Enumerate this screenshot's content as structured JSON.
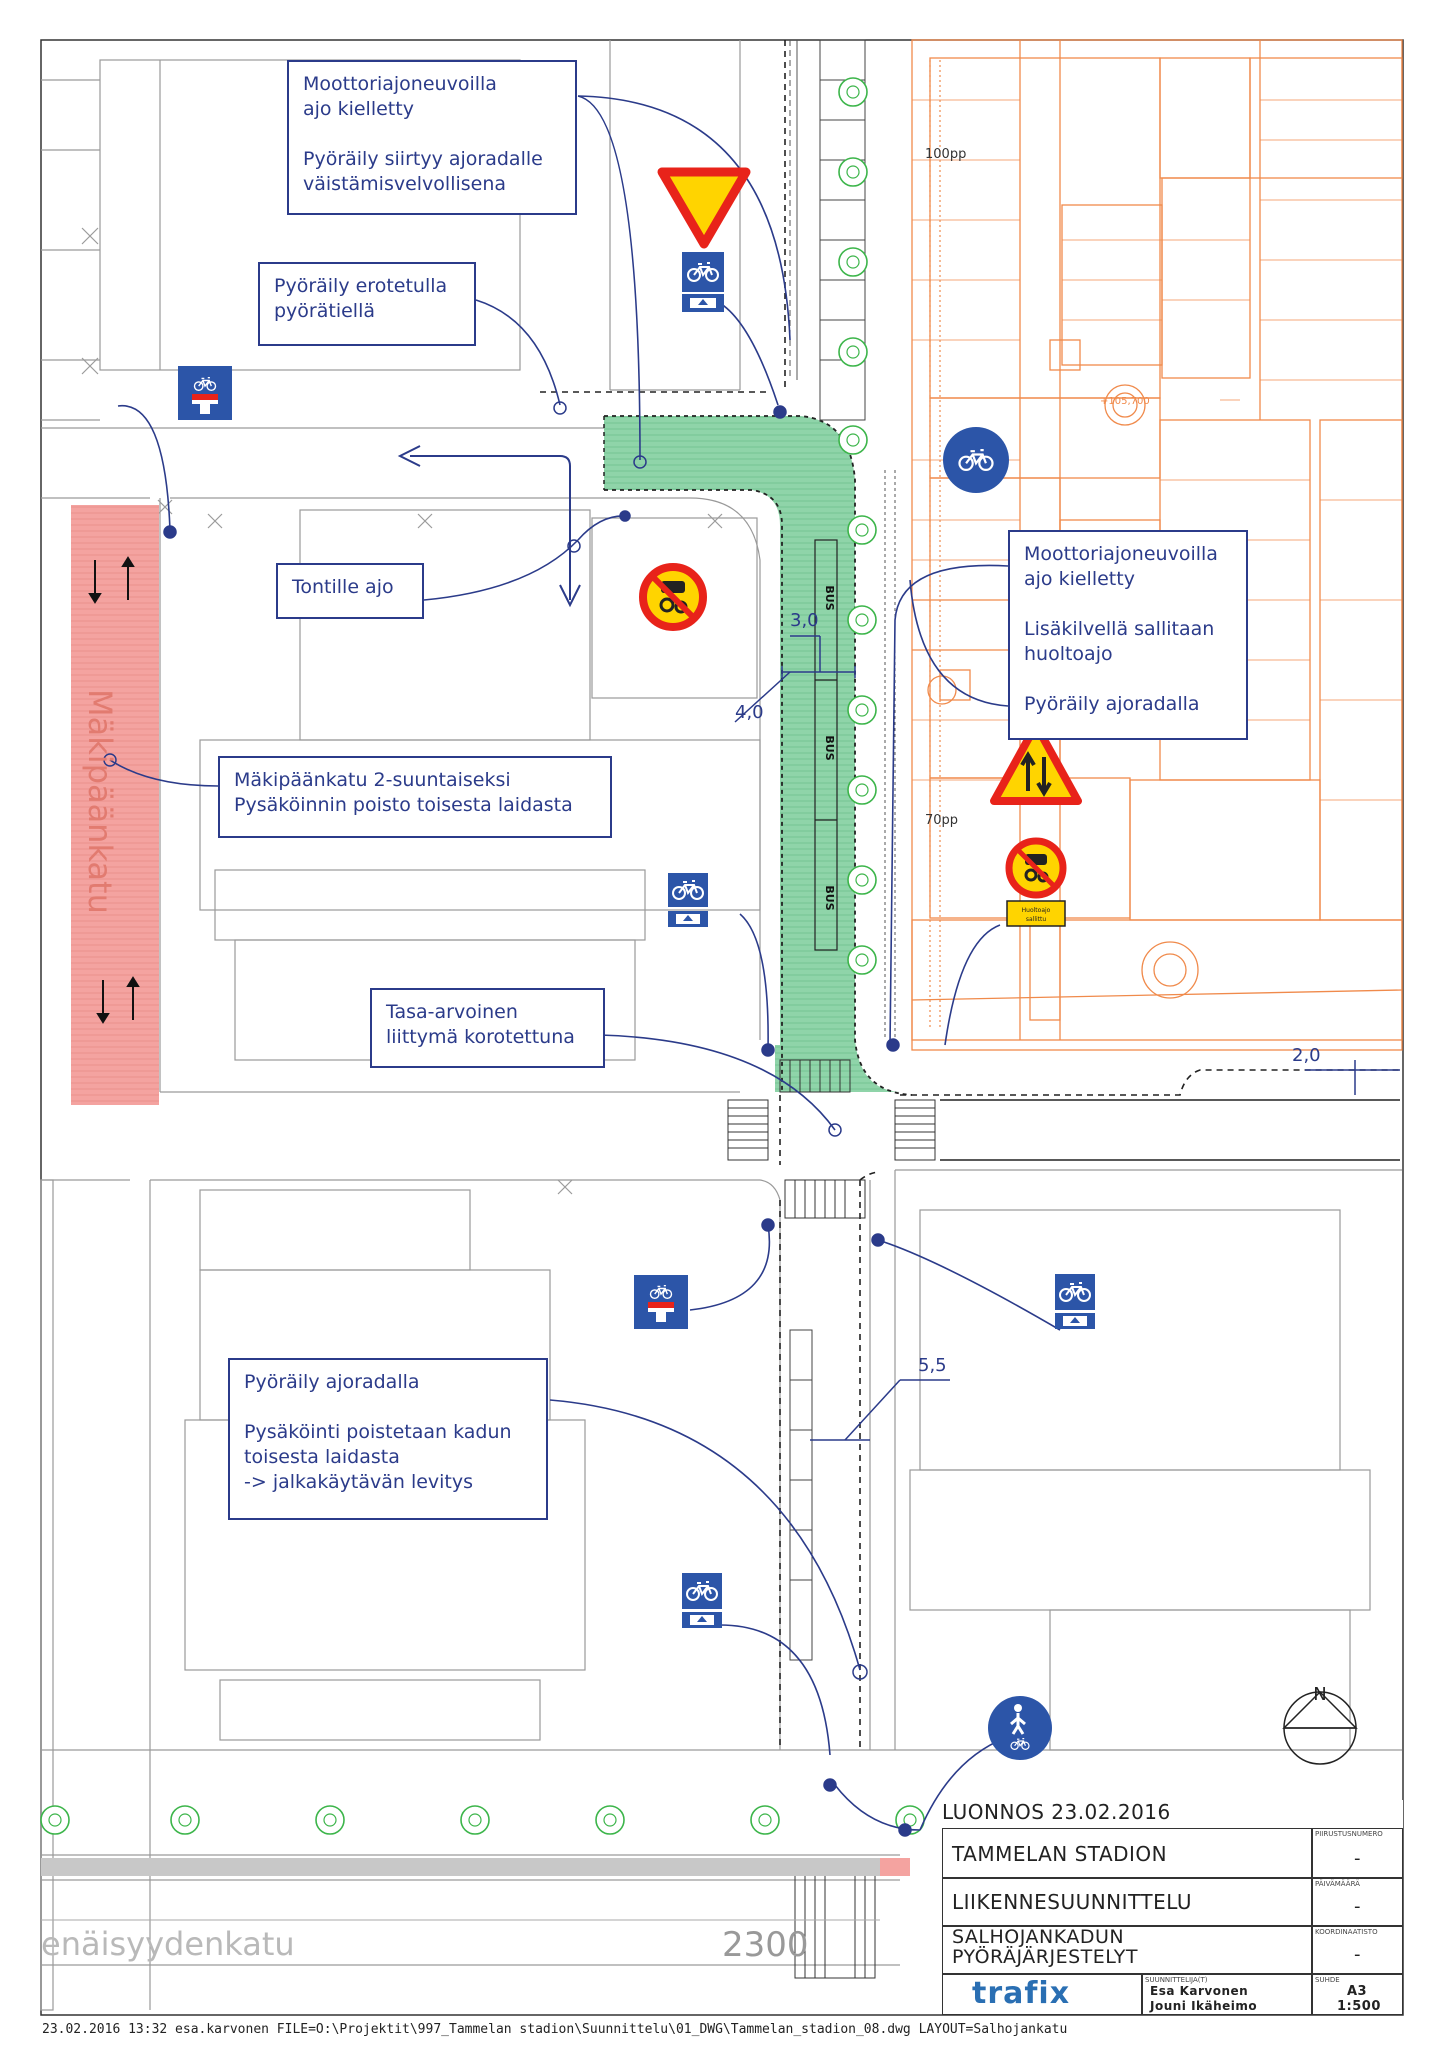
{
  "callouts": {
    "moottori_1": "Moottoriajoneuvoilla\najo kielletty\n\nPyöräily siirtyy ajoradalle\nväistämisvelvollisena",
    "erotettu": "Pyöräily erotetulla\npyörätiellä",
    "tontille": "Tontille ajo",
    "moottori_2": "Moottoriajoneuvoilla\najo kielletty\n\nLisäkilvellä sallitaan\nhuoltoajo\n\nPyöräily ajoradalla",
    "makipaankatu": "Mäkipäänkatu 2-suuntaiseksi\nPysäköinnin poisto toisesta laidasta",
    "tasa_arvoinen": "Tasa-arvoinen\nliittymä korotettuna",
    "ajoradalla": "Pyöräily ajoradalla\n\nPysäköinti poistetaan kadun\ntoisesta laidasta\n-> jalkakäytävän levitys"
  },
  "street_labels": {
    "makipaankatu": "Mäkipäänkatu",
    "itsenaisyydenkatu": "enäisyydenkatu",
    "number_2300": "2300"
  },
  "dimensions": {
    "d1": "3,0",
    "d2": "4,0",
    "d3": "2,0",
    "d4": "5,5"
  },
  "map_labels": {
    "pp100": "100pp",
    "pp70": "70pp",
    "bus": "BUS",
    "huoltoajo": "Huoltoajo sallittu",
    "elevation": "+105,700",
    "north": "N"
  },
  "title_block": {
    "draft": "LUONNOS  23.02.2016",
    "project": "TAMMELAN STADION",
    "type": "LIIKENNESUUNNITTELU",
    "subject_1": "SALHOJANKADUN",
    "subject_2": "PYÖRÄJÄRJESTELYT",
    "label_piirustusnumero": "PIIRUSTUSNUMERO",
    "label_paivamaara": "PÄIVÄMÄÄRÄ",
    "label_koordinaatisto": "KOORDINAATISTO",
    "label_suunnittelija": "SUUNNITTELIJA(T)",
    "label_suhde": "SUHDE",
    "designer_1": "Esa Karvonen",
    "designer_2": "Jouni Ikäheimo",
    "paper": "A3",
    "scale": "1:500",
    "dash": "-",
    "brand": "trafix"
  },
  "footer": "23.02.2016    13:32  esa.karvonen    FILE=O:\\Projektit\\997_Tammelan stadion\\Suunnittelu\\01_DWG\\Tammelan_stadion_08.dwg    LAYOUT=Salhojankatu",
  "colors": {
    "callout_blue": "#2b3b8a",
    "sign_blue": "#2c55a8",
    "green_area": "#8dd3a8",
    "red_street": "#f3a4a0",
    "orange_plan": "#f08a4b",
    "yield_red": "#e8231a",
    "yield_yellow": "#ffd400"
  },
  "icons": [
    "yield-sign-icon",
    "bicycle-sign-icon",
    "arrow-up-plate-icon",
    "dead-end-sign-icon",
    "no-motor-vehicles-sign-icon",
    "two-way-traffic-warning-icon",
    "pedestrian-bicycle-sign-icon",
    "north-arrow-icon",
    "tree-icon"
  ]
}
